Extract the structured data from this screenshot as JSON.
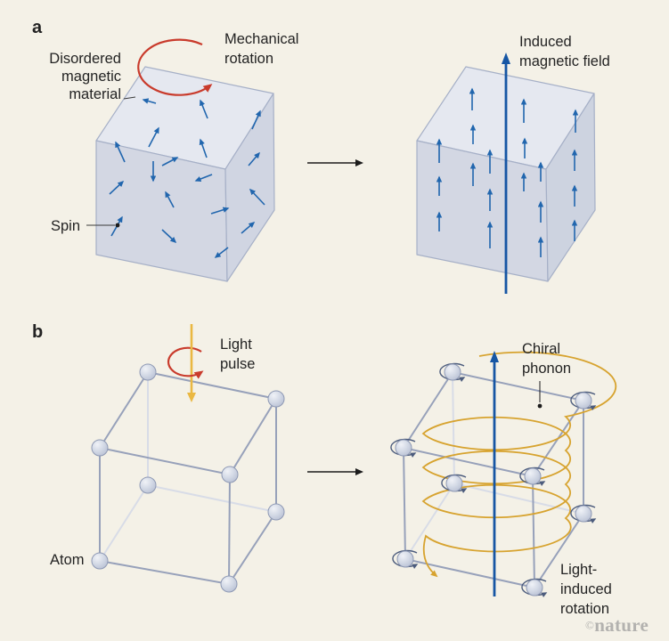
{
  "panel_a": {
    "letter": "a",
    "material_label": "Disordered\nmagnetic\nmaterial",
    "mechanical_rotation_label": "Mechanical\nrotation",
    "spin_label": "Spin",
    "induced_field_label": "Induced\nmagnetic field"
  },
  "panel_b": {
    "letter": "b",
    "light_pulse_label": "Light\npulse",
    "atom_label": "Atom",
    "chiral_phonon_label": "Chiral\nphonon",
    "light_induced_rotation_label": "Light-\ninduced\nrotation"
  },
  "credit": {
    "symbol": "©",
    "name": "nature"
  },
  "colors": {
    "background": "#f4f1e7",
    "text": "#232323",
    "spin_arrow_blue": "#2166ae",
    "field_arrow_blue": "#1656a4",
    "rotation_red": "#c93b2c",
    "light_pulse_yellow": "#eab842",
    "phonon_spiral_gold": "#d7a32f",
    "cube_top": "#e5e8f0",
    "cube_front": "#d3d7e3",
    "cube_side": "#cdd3e0",
    "lattice_edge": "#97a1ba",
    "lattice_edge_hidden": "#d8dce7",
    "atom_fill": "#cdd3e0",
    "atom_rotation_slate": "#4c5c7d",
    "transition_arrow_black": "#1c1c1c",
    "credit_gray": "#b3b2af"
  }
}
